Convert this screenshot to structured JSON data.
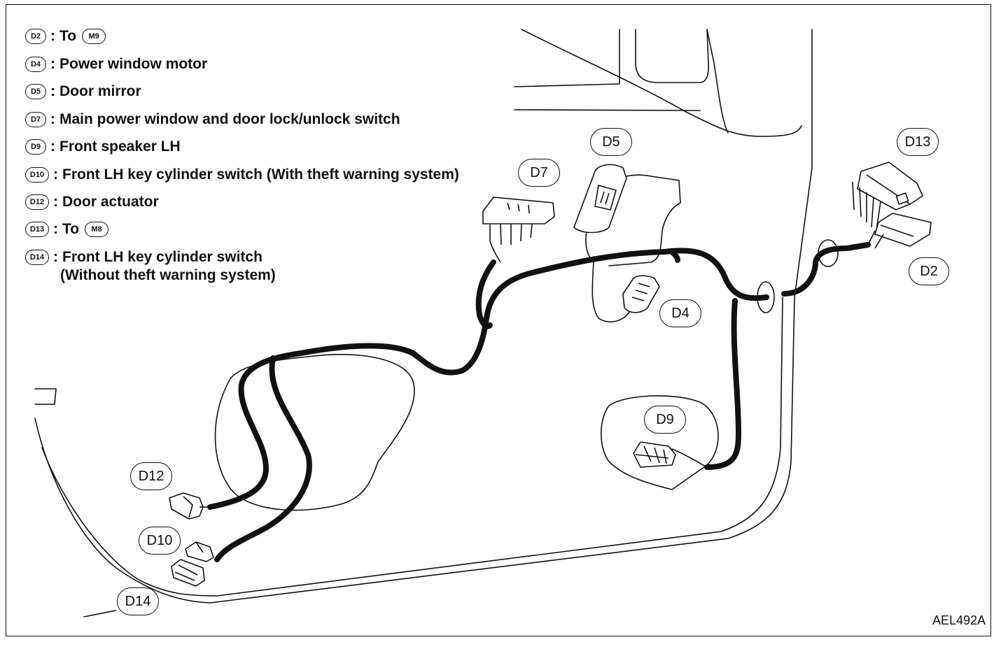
{
  "legend": [
    {
      "code": "D2",
      "sep": ":",
      "text": "To",
      "ref": "M9"
    },
    {
      "code": "D4",
      "sep": ":",
      "text": "Power window motor"
    },
    {
      "code": "D5",
      "sep": ":",
      "text": "Door mirror"
    },
    {
      "code": "D7",
      "sep": ":",
      "text": "Main power window and door lock/unlock switch"
    },
    {
      "code": "D9",
      "sep": ":",
      "text": "Front speaker LH"
    },
    {
      "code": "D10",
      "sep": ":",
      "text": "Front LH key cylinder switch (With theft warning system)"
    },
    {
      "code": "D12",
      "sep": ":",
      "text": "Door actuator"
    },
    {
      "code": "D13",
      "sep": ":",
      "text": "To",
      "ref": "M8"
    },
    {
      "code": "D14",
      "sep": ":",
      "text": "Front LH key cylinder switch",
      "text2": "(Without theft warning system)"
    }
  ],
  "callouts": {
    "d2": "D2",
    "d4": "D4",
    "d5": "D5",
    "d7": "D7",
    "d9": "D9",
    "d10": "D10",
    "d12": "D12",
    "d13": "D13",
    "d14": "D14"
  },
  "figure_code": "AEL492A",
  "colors": {
    "ink": "#111111",
    "paper": "#ffffff"
  }
}
